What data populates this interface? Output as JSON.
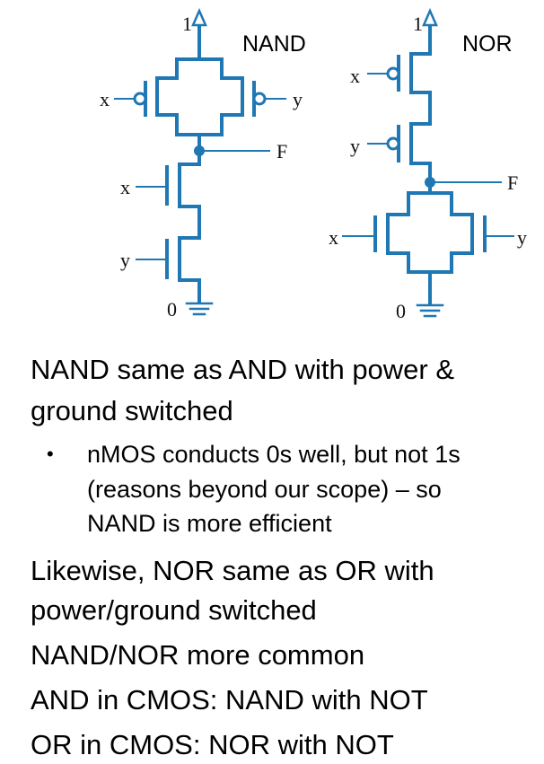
{
  "diagram": {
    "nand": {
      "title": "NAND",
      "supply": "1",
      "ground": "0",
      "inputs": [
        "x",
        "y",
        "x",
        "y"
      ],
      "output": "F"
    },
    "nor": {
      "title": "NOR",
      "supply": "1",
      "ground": "0",
      "inputs": [
        "x",
        "y",
        "x",
        "y"
      ],
      "output": "F"
    }
  },
  "text": {
    "line1": "NAND same as AND with power &",
    "line2": "ground switched",
    "bullet_symbol": "•",
    "bullet1": "nMOS conducts 0s well, but not 1s",
    "bullet2": "(reasons beyond our scope) – so",
    "bullet3": "NAND is more efficient",
    "line3": "Likewise, NOR same as OR with",
    "line4": "power/ground switched",
    "line5": "NAND/NOR more common",
    "line6": "AND in CMOS: NAND with NOT",
    "line7": "OR in CMOS: NOR with NOT"
  }
}
